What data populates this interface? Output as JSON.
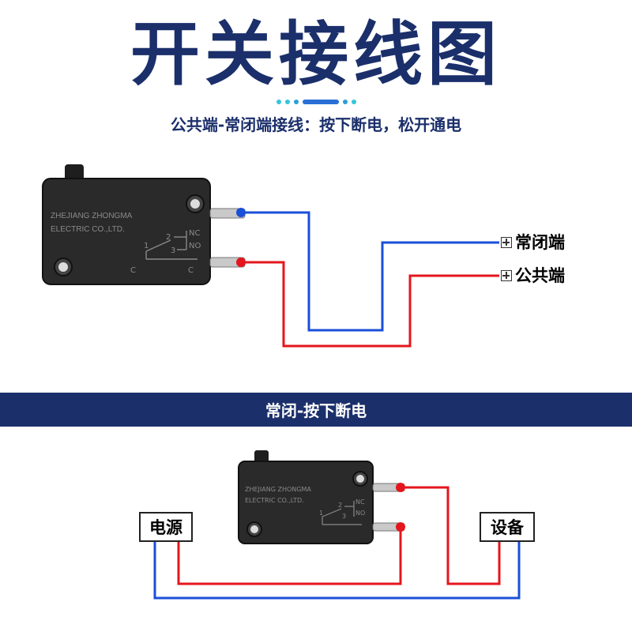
{
  "header": {
    "title": "开关接线图",
    "subtitle": "公共端-常闭端接线：按下断电，松开通电"
  },
  "diagram_top": {
    "switch_text_line1": "ZHEJIANG ZHONGMA",
    "switch_text_line2": "ELECTRIC CO.,LTD.",
    "pin_labels": {
      "nc": "NC",
      "no": "NO",
      "n1": "1",
      "n2": "2",
      "n3": "3",
      "c": "C"
    },
    "terminal_nc_label": "常闭端",
    "terminal_com_label": "公共端"
  },
  "section": {
    "label": "常闭-按下断电"
  },
  "diagram_bottom": {
    "switch_text_line1": "ZHEJIANG ZHONGMA",
    "switch_text_line2": "ELECTRIC CO.,LTD.",
    "pin_labels": {
      "nc": "NC",
      "no": "NO",
      "n1": "1",
      "n2": "2",
      "n3": "3"
    },
    "power_label": "电源",
    "device_label": "设备"
  },
  "colors": {
    "title": "#1b2f6b",
    "band": "#1b2f6b",
    "wire_red": "#e4161d",
    "wire_blue": "#1a4fd8",
    "switch_body": "#2a2a2a",
    "accent_cyan": "#33c6dc",
    "accent_blue": "#2a6fd6"
  }
}
